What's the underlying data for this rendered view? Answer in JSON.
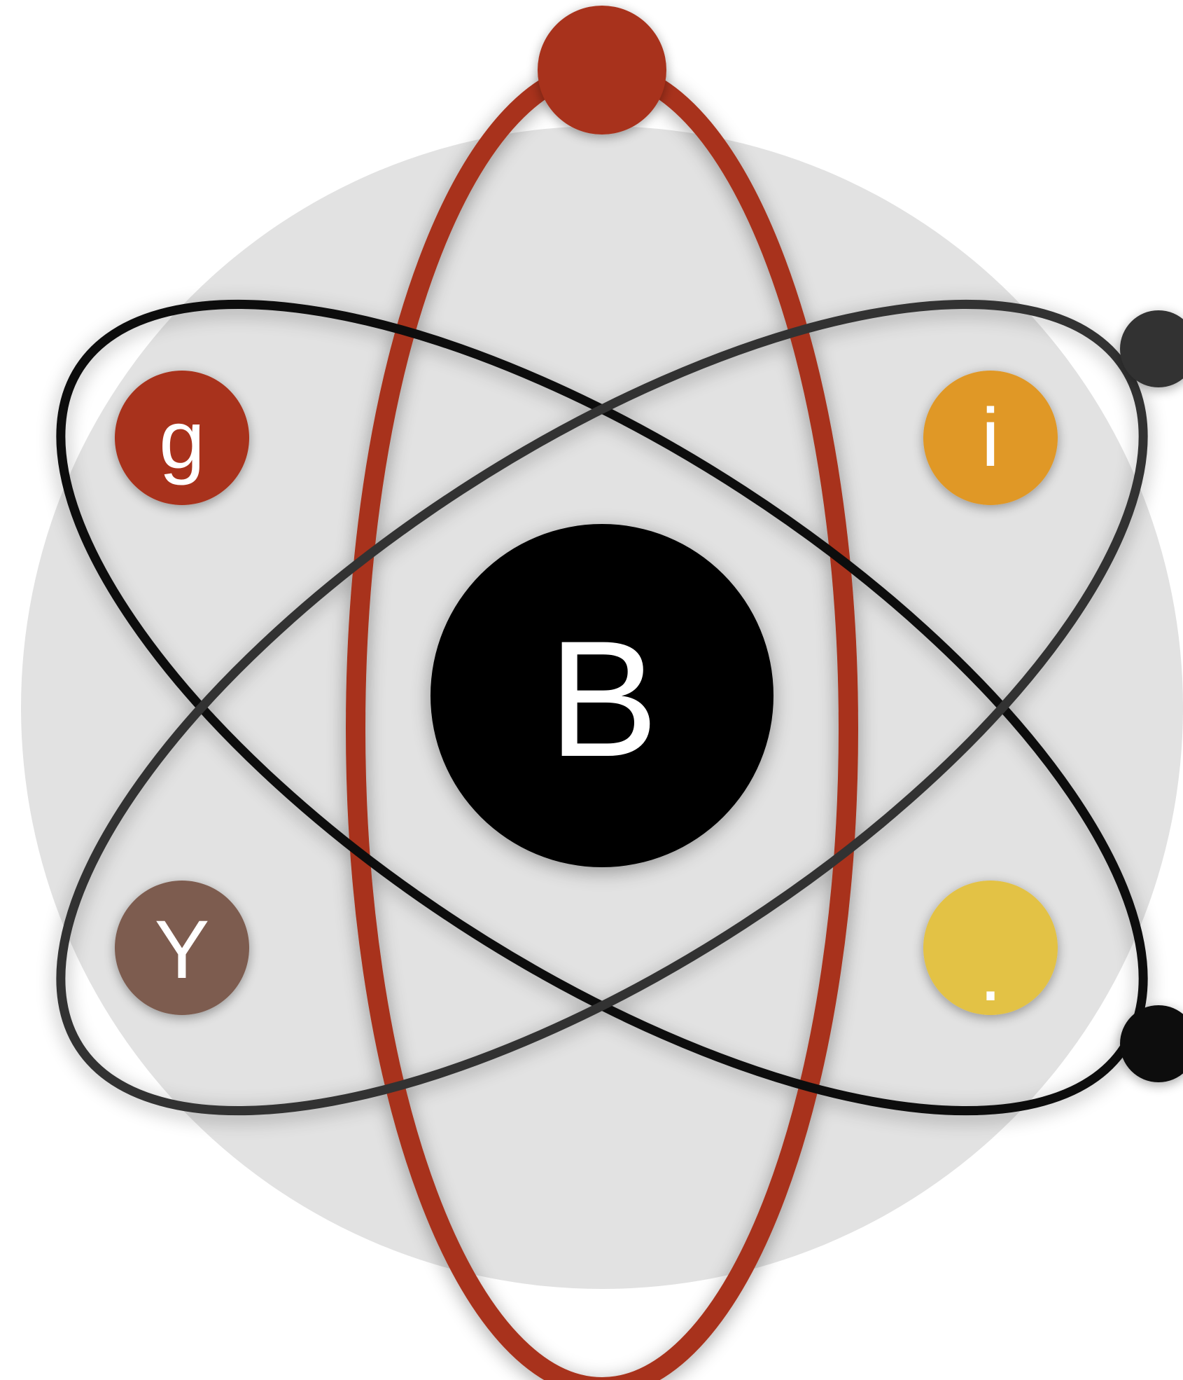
{
  "colors": {
    "background_disc": "#e2e2e2",
    "nucleus": "#000000",
    "vertical_orbit": "#a8311a",
    "orbit_dark_a": "#111111",
    "orbit_dark_b": "#333333",
    "electron_red": "#a8311a",
    "electron_dark": "#333333",
    "electron_black": "#111111",
    "letter_text": "#ffffff"
  },
  "nucleus": {
    "label": "B",
    "color": "#000000"
  },
  "letters": [
    {
      "id": "g",
      "label": "g",
      "color": "#a8311a"
    },
    {
      "id": "i",
      "label": "i",
      "color": "#e09828"
    },
    {
      "id": "y",
      "label": "Y",
      "color": "#7d5c4f"
    },
    {
      "id": "dot",
      "label": ".",
      "color": "#e3c244"
    }
  ]
}
